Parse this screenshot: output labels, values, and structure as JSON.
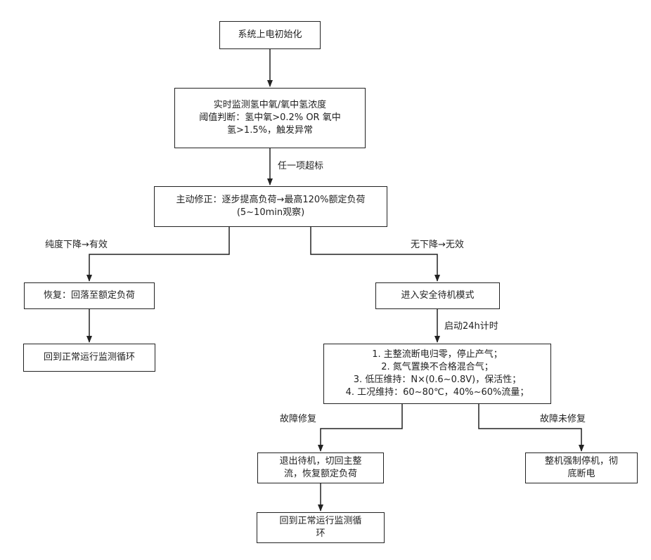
{
  "nodes": {
    "start": "系统上电初始化",
    "monitor": [
      "实时监测氢中氧/氧中氢浓度",
      "阈值判断：氢中氧>0.2% OR 氧中",
      "氢>1.5%，触发异常"
    ],
    "correct": [
      "主动修正：逐步提高负荷→最高120%额定负荷",
      "(5~10min观察)"
    ],
    "recover": "恢复：回落至额定负荷",
    "normal_left": "回到正常运行监测循环",
    "standby": "进入安全待机模式",
    "standby_actions": [
      "1. 主整流断电归零，停止产气；",
      "2. 氮气置换不合格混合气；",
      "3. 低压维持：N×(0.6~0.8V)，保活性；",
      "4. 工况维持：60~80℃，40%~60%流量；"
    ],
    "exit_standby": [
      "退出待机，切回主整",
      "流，恢复额定负荷"
    ],
    "shutdown": [
      "整机强制停机，彻",
      "底断电"
    ],
    "normal_bottom": [
      "回到正常运行监测循",
      "环"
    ]
  },
  "edges": {
    "exceed": "任一项超标",
    "drop_effective": "纯度下降→有效",
    "no_drop": "无下降→无效",
    "timer": "启动24h计时",
    "repaired": "故障修复",
    "not_repaired": "故障未修复"
  },
  "colors": {
    "stroke": "#222222",
    "background": "#ffffff"
  }
}
